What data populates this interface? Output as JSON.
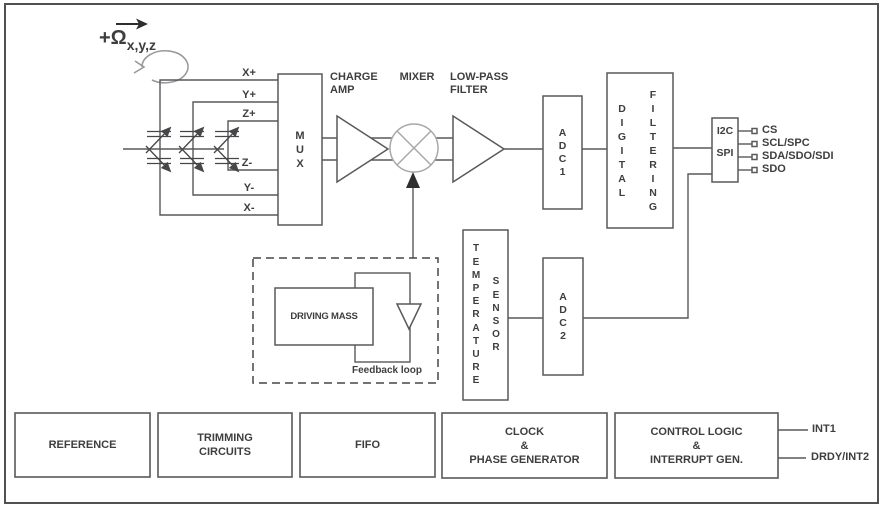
{
  "figure": {
    "rotation_label": {
      "main": "+Ω",
      "subscript": "x,y,z"
    },
    "electrodes": [
      "X+",
      "Y+",
      "Z+",
      "Z-",
      "Y-",
      "X-"
    ],
    "blocks": {
      "mux": "M\nU\nX",
      "charge_amp": "CHARGE\nAMP",
      "mixer": "MIXER",
      "low_pass_filter": "LOW-PASS\nFILTER",
      "adc1": "A\nD\nC\n1",
      "digital": "D\nI\nG\nI\nT\nA\nL",
      "filtering": "F\nI\nL\nT\nE\nR\nI\nN\nG",
      "i2c": "I2C",
      "spi": "SPI",
      "temperature": "T\nE\nM\nP\nE\nR\nA\nT\nU\nR\nE",
      "sensor": "S\nE\nN\nS\nO\nR",
      "adc2": "A\nD\nC\n2",
      "driving_mass": "DRIVING MASS",
      "feedback_loop": "Feedback loop"
    },
    "pins": [
      "CS",
      "SCL/SPC",
      "SDA/SDO/SDI",
      "SDO"
    ],
    "bottom_blocks": [
      "REFERENCE",
      "TRIMMING\nCIRCUITS",
      "FIFO",
      "CLOCK\n&\nPHASE GENERATOR",
      "CONTROL LOGIC\n&\nINTERRUPT GEN."
    ],
    "outputs": [
      "INT1",
      "DRDY/INT2"
    ],
    "colors": {
      "line": "#59595b",
      "text": "#3e3e40",
      "mixer_gray": "#a6a8ab",
      "rotation_arrow_gray": "#97999c",
      "background": "#ffffff"
    }
  }
}
